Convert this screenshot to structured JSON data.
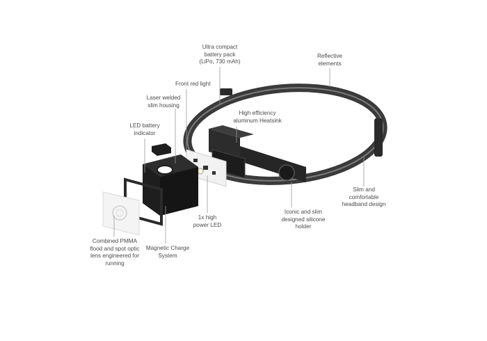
{
  "labels": {
    "battery_pack": "Ultra compact\nbattery pack\n(LiPo, 730 mAh)",
    "reflective": "Reflective\nelements",
    "front_red_light": "Front red light",
    "laser_welded": "Laser welded\nslim housing",
    "heatsink": "High efficiency\naluminum Heatsink",
    "led_indicator": "LED battery\nindicator",
    "slim_headband": "Slim and\ncomfortable\nheadband design",
    "silicone_holder": "Iconic and slim\ndesigned silicone\nholder",
    "high_power_led": "1x high\npower LED",
    "magnetic_charge": "Magnetic Charge\nSystem",
    "pmma_lens": "Combined PMMA\nflood and spot optic\nlens engineered for\nrunning"
  },
  "colors": {
    "leader_line": "#9a9a9a",
    "band": "#3a3a3a",
    "band_highlight": "#7a7a7a",
    "housing": "#1e1e1e",
    "pcb": "#f2f2f2"
  }
}
